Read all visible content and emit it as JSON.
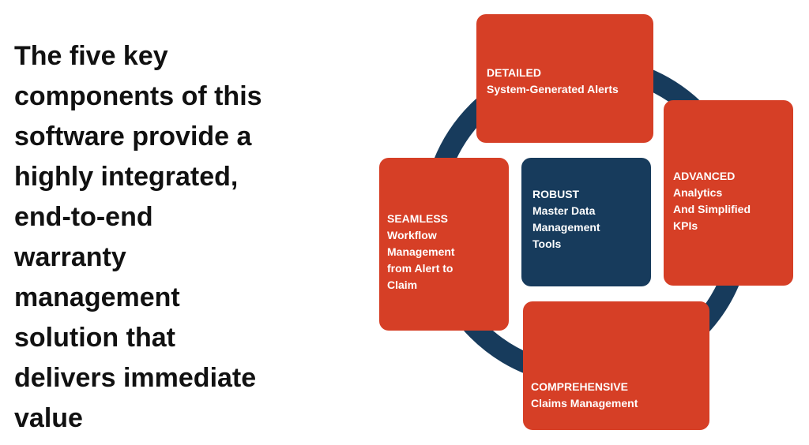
{
  "headline": {
    "lines": [
      "The five key",
      "components of this",
      "software provide a",
      "highly integrated,",
      "end-to-end",
      "warranty",
      "management",
      "solution that",
      "delivers immediate",
      "value"
    ]
  },
  "components": {
    "detailed": {
      "title": "DETAILED",
      "lines": [
        "System-Generated Alerts"
      ]
    },
    "advanced": {
      "title": "ADVANCED",
      "lines": [
        "Analytics",
        "And Simplified",
        "KPIs"
      ]
    },
    "comprehensive": {
      "title": "COMPREHENSIVE",
      "lines": [
        "Claims Management"
      ]
    },
    "seamless": {
      "title": "SEAMLESS",
      "lines": [
        "Workflow",
        "Management",
        "from Alert to",
        "Claim"
      ]
    },
    "robust": {
      "title": "ROBUST",
      "lines": [
        "Master Data",
        "Management",
        "Tools"
      ]
    }
  },
  "colors": {
    "component_box": "#d63f26",
    "center_box": "#173b5c",
    "ring": "#173b5c",
    "text_on_box": "#ffffff",
    "headline_text": "#111111"
  }
}
